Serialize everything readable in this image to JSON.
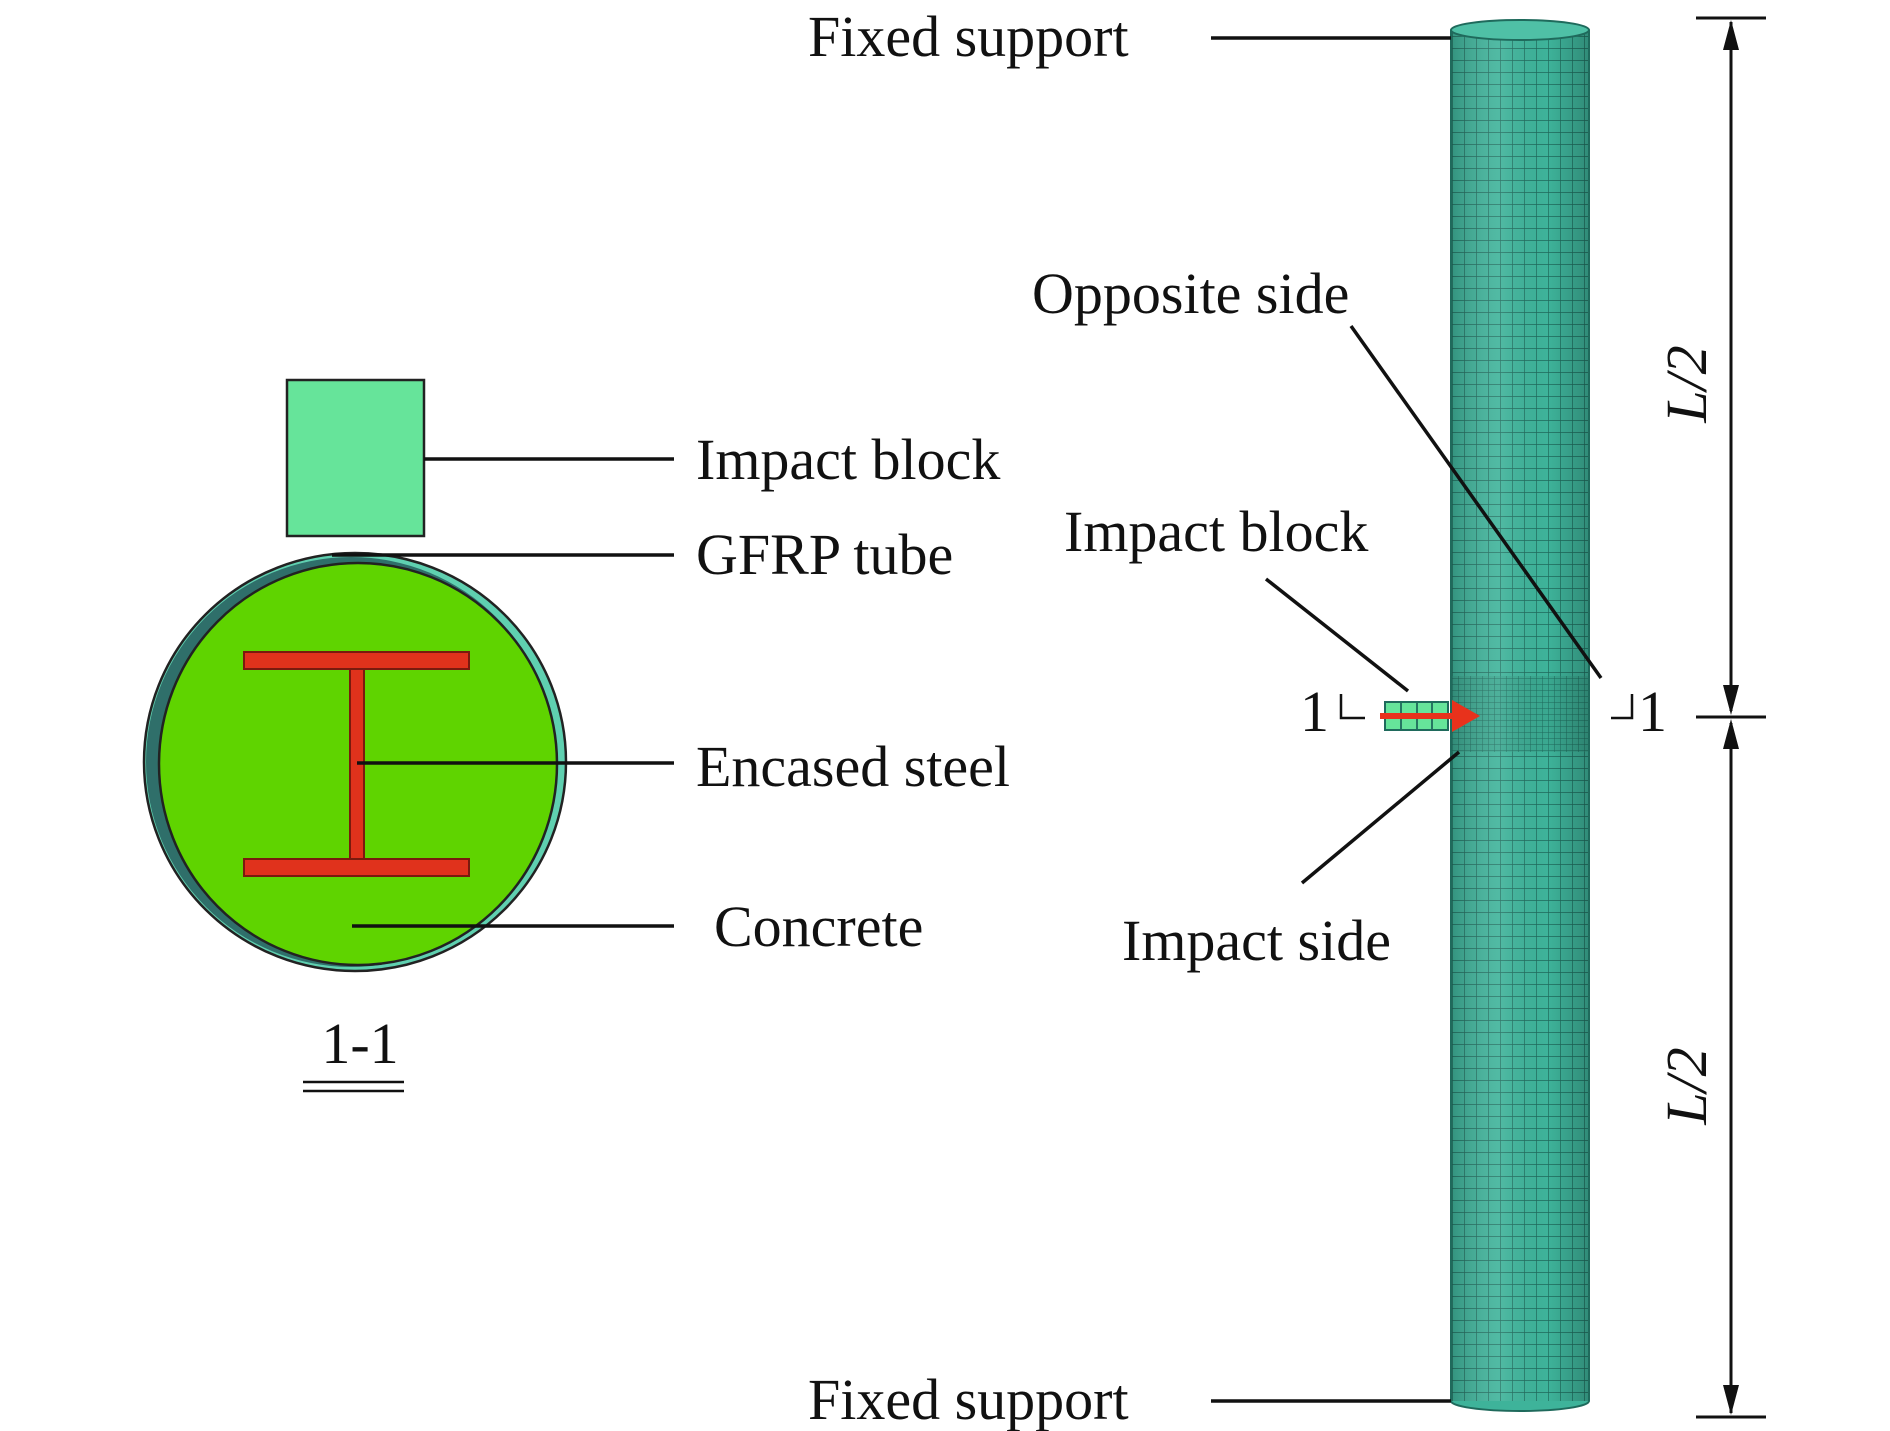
{
  "figure": {
    "labels": {
      "fixed_support_top": "Fixed support",
      "fixed_support_bottom": "Fixed support",
      "opposite_side": "Opposite side",
      "impact_block_column": "Impact block",
      "impact_side": "Impact side",
      "impact_block_section": "Impact block",
      "gfrp_tube": "GFRP tube",
      "encased_steel": "Encased steel",
      "concrete": "Concrete",
      "section_title": "1-1",
      "section_mark_left": "1",
      "section_mark_right": "1",
      "dim_upper": "L/2",
      "dim_lower": "L/2"
    },
    "colors": {
      "impact_block": "#66e49a",
      "gfrp_tube": "#5fd0b0",
      "concrete": "#5fd400",
      "encased_steel": "#e0321c",
      "column_mesh": "#3eb39a",
      "arrow": "#e8321c"
    }
  }
}
